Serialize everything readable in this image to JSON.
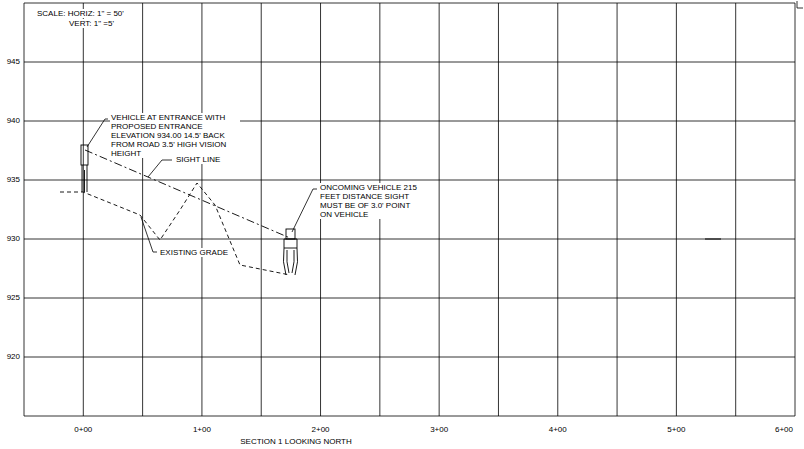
{
  "diagram": {
    "labels": [
      "SCALE: HORIZ: 1\" =  50'",
      "VERT: 1\" =5'",
      "945",
      "940",
      "935",
      "930",
      "925",
      "920",
      "VEHICLE AT ENTRANCE WITH PROPOSED ENTRANCE ELEVATION 934.00 14.5' BACK FROM ROAD 3.5' HIGH VISION HEIGHT",
      "SIGHT LINE",
      "ONCOMING VEHICLE 215 FEET DISTANCE SIGHT MUST BE OF 3.0' POINT ON VEHICLE",
      "EXISTING GRADE",
      "0+00",
      "1+00",
      "2+00",
      "3+00",
      "4+00",
      "5+00",
      "6+00",
      "SECTION 1 LOOKING NORTH"
    ]
  }
}
